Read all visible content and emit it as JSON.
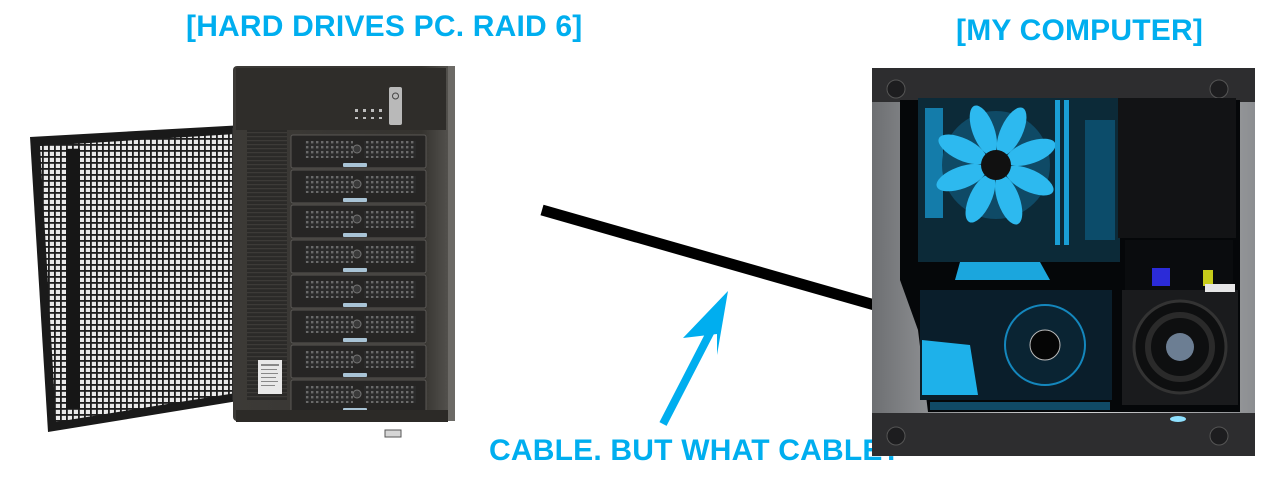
{
  "diagram": {
    "labels": {
      "left_device": "[HARD DRIVES PC. RAID 6]",
      "right_device": "[MY COMPUTER]",
      "connection_question": "CABLE. BUT WHAT CABLE?"
    },
    "nodes": [
      {
        "id": "raid-enclosure",
        "label": "[HARD DRIVES PC. RAID 6]",
        "type": "nas-storage-tower",
        "drive_bays": 8,
        "door": "open-mesh"
      },
      {
        "id": "my-computer",
        "label": "[MY COMPUTER]",
        "type": "desktop-pc-open-side",
        "lighting": "blue"
      }
    ],
    "edges": [
      {
        "from": "raid-enclosure",
        "to": "my-computer",
        "label": "CABLE. BUT WHAT CABLE?",
        "style": "thick-black-line"
      }
    ],
    "annotations": [
      {
        "type": "arrow",
        "points_to": "cable",
        "color": "#00AEEF"
      }
    ],
    "colors": {
      "accent": "#00AEEF",
      "cable": "#000000",
      "enclosure": "#3a3835",
      "pc_glow": "#1fb6f0"
    }
  }
}
